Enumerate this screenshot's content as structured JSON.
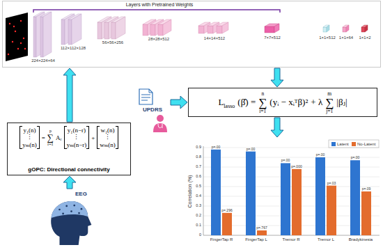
{
  "diagram": {
    "nodes": [
      {
        "text": [
          "Layers with Pretrained Weights"
        ]
      },
      {
        "text": [
          "L",
          "lasso",
          "(β̂) =",
          "∑",
          "n",
          "i=1",
          "(yᵢ − xᵢᵀβ)²",
          "+ λ",
          "∑",
          "m",
          "j=1",
          "|βⱼ|"
        ]
      },
      {
        "text": [
          "UPDRS"
        ]
      },
      {
        "text": [
          "y₁(n) ⋮ yₘ(n)",
          "=",
          "∑",
          "p",
          "r=1",
          "Aᵣ",
          "y₁(n−r) ⋮ yₘ(n−r)",
          "+",
          "w₁(n) ⋮ wₘ(n)",
          "gOPC: Directional connectivity"
        ]
      },
      {
        "text": [
          "Correlation (%)"
        ]
      },
      {
        "text": [
          "EEG"
        ]
      }
    ],
    "edges": [
      {
        "from": 3,
        "to": 0,
        "arrow": "to"
      },
      {
        "from": 0,
        "to": 1,
        "arrow": "to"
      },
      {
        "from": 2,
        "to": 1,
        "arrow": "to"
      },
      {
        "from": 1,
        "to": 4,
        "arrow": "to"
      },
      {
        "from": 5,
        "to": 3,
        "arrow": "to"
      }
    ],
    "labels": [
      "224×224×64",
      "112×112×128",
      "56×56×256",
      "28×28×512",
      "14×14×512",
      "7×7×512",
      "1×1×512",
      "1×1×64",
      "1×1×2",
      "0",
      "0.1",
      "0.2",
      "0.3",
      "0.4",
      "0.5",
      "0.6",
      "0.7",
      "0.8",
      "0.9",
      "FingerTap R",
      "FingerTap L",
      "Tremor R",
      "Tremor L",
      "Bradykinesia",
      "p=.00",
      "p=.296",
      "p=.00",
      "p=.767",
      "p=.00",
      "p=.000",
      "p=.00",
      "p=.03",
      "p=.00",
      "p=.09"
    ],
    "legend": [
      {
        "text": "Latent",
        "color": "#2e75d0"
      },
      {
        "text": "No-Latent",
        "color": "#e36c2d"
      }
    ]
  }
}
